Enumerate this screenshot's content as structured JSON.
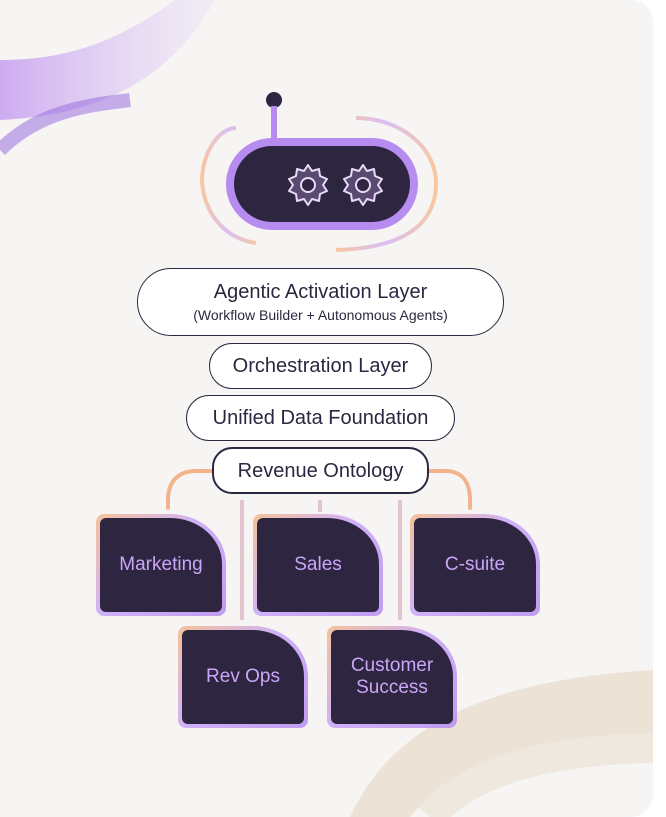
{
  "colors": {
    "background": "#f6f5f3",
    "dark": "#2e2641",
    "accent_purple": "#b78cf0",
    "accent_orange": "#f5b98a",
    "tile_text": "#c9a6f7"
  },
  "robot": {
    "icons": [
      "gear-icon",
      "gear-icon"
    ]
  },
  "layers": {
    "activation_title": "Agentic Activation Layer",
    "activation_subtitle": "(Workflow Builder + Autonomous Agents)",
    "orchestration": "Orchestration Layer",
    "data_foundation": "Unified Data Foundation",
    "ontology": "Revenue Ontology"
  },
  "teams": {
    "marketing": "Marketing",
    "sales": "Sales",
    "csuite": "C-suite",
    "revops": "Rev Ops",
    "cs_line1": "Customer",
    "cs_line2": "Success"
  }
}
